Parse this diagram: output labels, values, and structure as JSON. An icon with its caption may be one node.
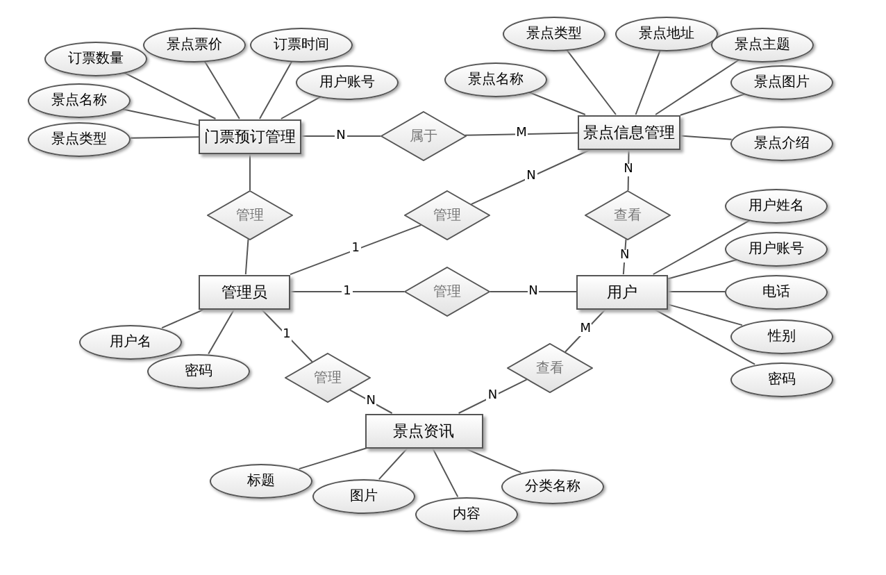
{
  "diagram": {
    "nodes": [
      {
        "text": [
          "订票数量"
        ]
      },
      {
        "text": [
          "景点票价"
        ]
      },
      {
        "text": [
          "订票时间"
        ]
      },
      {
        "text": [
          "用户账号"
        ]
      },
      {
        "text": [
          "景点名称"
        ]
      },
      {
        "text": [
          "景点类型"
        ]
      },
      {
        "text": [
          "景点类型"
        ]
      },
      {
        "text": [
          "景点地址"
        ]
      },
      {
        "text": [
          "景点主题"
        ]
      },
      {
        "text": [
          "景点名称"
        ]
      },
      {
        "text": [
          "景点图片"
        ]
      },
      {
        "text": [
          "门票预订管理"
        ]
      },
      {
        "text": [
          "属于"
        ]
      },
      {
        "text": [
          "景点信息管理"
        ]
      },
      {
        "text": [
          "景点介绍"
        ]
      },
      {
        "text": [
          "管理"
        ]
      },
      {
        "text": [
          "管理"
        ]
      },
      {
        "text": [
          "查看"
        ]
      },
      {
        "text": [
          "用户姓名"
        ]
      },
      {
        "text": [
          "用户账号"
        ]
      },
      {
        "text": [
          "管理员"
        ]
      },
      {
        "text": [
          "管理"
        ]
      },
      {
        "text": [
          "用户"
        ]
      },
      {
        "text": [
          "电话"
        ]
      },
      {
        "text": [
          "性别"
        ]
      },
      {
        "text": [
          "用户名"
        ]
      },
      {
        "text": [
          "密码"
        ]
      },
      {
        "text": [
          "密码"
        ]
      },
      {
        "text": [
          "管理"
        ]
      },
      {
        "text": [
          "查看"
        ]
      },
      {
        "text": [
          "景点资讯"
        ]
      },
      {
        "text": [
          "标题"
        ]
      },
      {
        "text": [
          "分类名称"
        ]
      },
      {
        "text": [
          "图片"
        ]
      },
      {
        "text": [
          "内容"
        ]
      }
    ],
    "edges": [
      {
        "from": 0,
        "to": 11,
        "arrow": "none"
      },
      {
        "from": 1,
        "to": 11,
        "arrow": "none"
      },
      {
        "from": 2,
        "to": 11,
        "arrow": "none"
      },
      {
        "from": 3,
        "to": 11,
        "arrow": "none"
      },
      {
        "from": 4,
        "to": 11,
        "arrow": "none"
      },
      {
        "from": 5,
        "to": 11,
        "arrow": "none"
      },
      {
        "from": 6,
        "to": 13,
        "arrow": "none"
      },
      {
        "from": 7,
        "to": 13,
        "arrow": "none"
      },
      {
        "from": 8,
        "to": 13,
        "arrow": "none"
      },
      {
        "from": 9,
        "to": 13,
        "arrow": "none"
      },
      {
        "from": 10,
        "to": 13,
        "arrow": "none"
      },
      {
        "from": 14,
        "to": 13,
        "arrow": "none"
      },
      {
        "from": 18,
        "to": 22,
        "arrow": "none"
      },
      {
        "from": 19,
        "to": 22,
        "arrow": "none"
      },
      {
        "from": 23,
        "to": 22,
        "arrow": "none"
      },
      {
        "from": 24,
        "to": 22,
        "arrow": "none"
      },
      {
        "from": 27,
        "to": 22,
        "arrow": "none"
      },
      {
        "from": 25,
        "to": 20,
        "arrow": "none"
      },
      {
        "from": 26,
        "to": 20,
        "arrow": "none"
      },
      {
        "from": 31,
        "to": 30,
        "arrow": "none"
      },
      {
        "from": 32,
        "to": 30,
        "arrow": "none"
      },
      {
        "from": 33,
        "to": 30,
        "arrow": "none"
      },
      {
        "from": 34,
        "to": 30,
        "arrow": "none"
      },
      {
        "from": 11,
        "to": 12,
        "arrow": "none",
        "label": "N"
      },
      {
        "from": 12,
        "to": 13,
        "arrow": "none",
        "label": "M"
      },
      {
        "from": 11,
        "to": 15,
        "arrow": "none"
      },
      {
        "from": 15,
        "to": 20,
        "arrow": "none"
      },
      {
        "from": 20,
        "to": 16,
        "arrow": "none",
        "label": "1"
      },
      {
        "from": 16,
        "to": 13,
        "arrow": "none",
        "label": "N"
      },
      {
        "from": 13,
        "to": 17,
        "arrow": "none",
        "label": "N"
      },
      {
        "from": 17,
        "to": 22,
        "arrow": "none",
        "label": "N"
      },
      {
        "from": 20,
        "to": 21,
        "arrow": "none",
        "label": "1"
      },
      {
        "from": 21,
        "to": 22,
        "arrow": "none",
        "label": "N"
      },
      {
        "from": 20,
        "to": 28,
        "arrow": "none",
        "label": "1"
      },
      {
        "from": 28,
        "to": 30,
        "arrow": "none",
        "label": "N"
      },
      {
        "from": 30,
        "to": 29,
        "arrow": "none",
        "label": "N"
      },
      {
        "from": 29,
        "to": 22,
        "arrow": "none",
        "label": "M"
      }
    ]
  }
}
